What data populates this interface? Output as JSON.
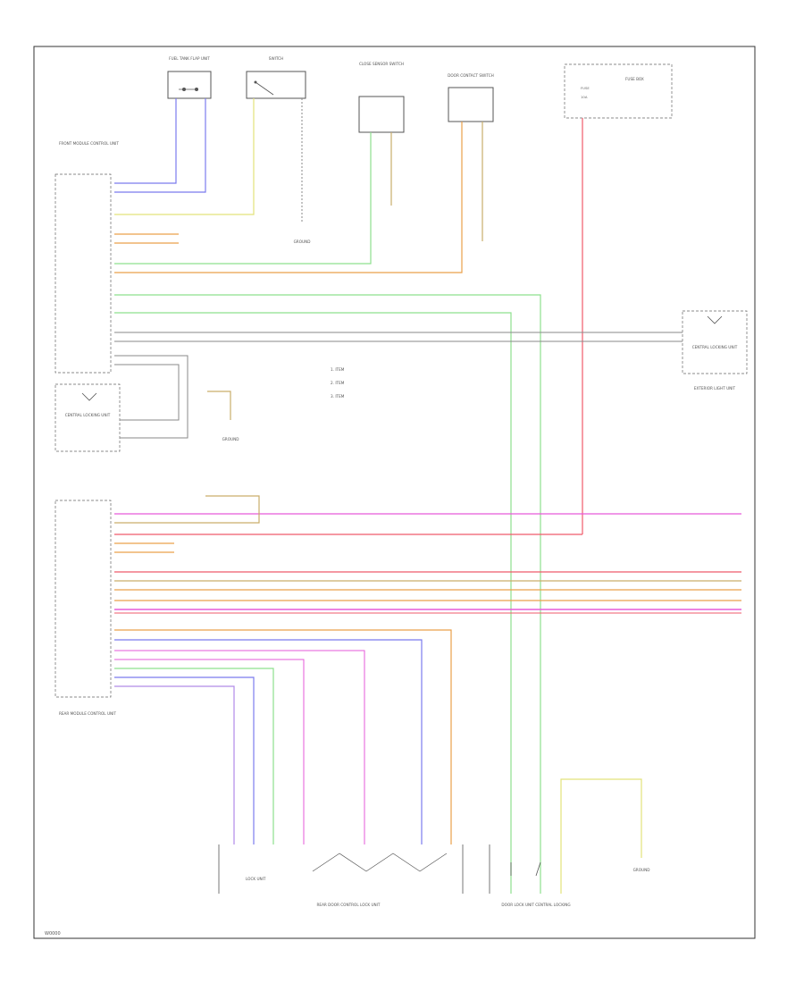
{
  "footer_code": "W0000",
  "components": {
    "fuel_tank_flap": "FUEL TANK FLAP UNIT",
    "switch_top2": "SWITCH",
    "sensor_top3": "CLOSE SENSOR SWITCH",
    "sensor_top4": "DOOR CONTACT SWITCH",
    "fuse_box": "FUSE BOX",
    "front_module": "FRONT MODULE CONTROL UNIT",
    "interior_box": "CENTRAL LOCKING UNIT",
    "right_box": "CENTRAL LOCKING UNIT",
    "right_note": "EXTERIOR LIGHT UNIT",
    "rear_module": "REAR MODULE CONTROL UNIT",
    "bottom_left_unit": "REAR DOOR CONTROL LOCK UNIT",
    "bottom_right_unit": "DOOR LOCK UNIT CENTRAL LOCKING",
    "bottom_left_sub": "LOCK UNIT",
    "ground_a": "GROUND",
    "ground_b": "GROUND",
    "ground_c": "GROUND"
  },
  "legend": [
    "1. ITEM",
    "2. ITEM",
    "3. ITEM"
  ],
  "colors": {
    "blue": "#7b7bee",
    "yellow": "#e2e27a",
    "green": "#8ee08e",
    "orange": "#e9a04a",
    "red": "#ef5a6a",
    "pink": "#e65ad9",
    "gray": "#8a8a8a",
    "violet": "#b08ae8",
    "tan": "#c9ad6a"
  }
}
